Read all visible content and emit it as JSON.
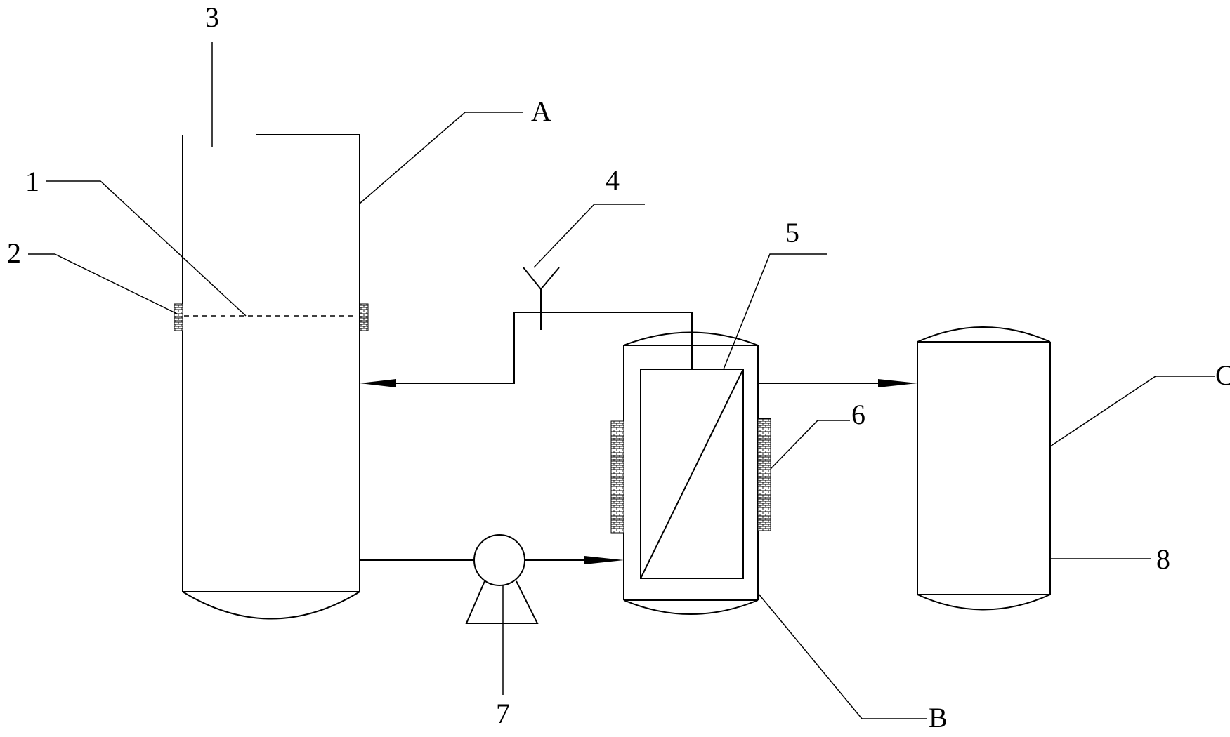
{
  "labels": {
    "vessel_a": "A",
    "vessel_b": "B",
    "vessel_c": "C",
    "part_1": "1",
    "part_2": "2",
    "part_3": "3",
    "part_4": "4",
    "part_5": "5",
    "part_6": "6",
    "part_7": "7",
    "part_8": "8"
  }
}
